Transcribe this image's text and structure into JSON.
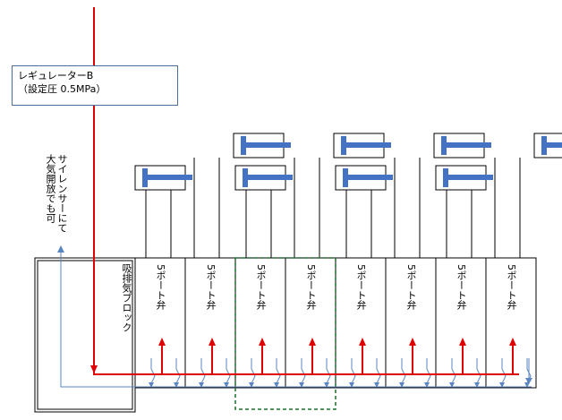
{
  "regulator": {
    "line1": "レギュレーターB",
    "line2": "（設定圧  0.5MPa）"
  },
  "silencer_note": {
    "line1": "サイレンサーにて",
    "line2": "大気開放でも可"
  },
  "exhaust_block_label": "吸排気ブロック",
  "valve_label": "5ポート弁",
  "valve_count": 8,
  "colors": {
    "supply": "#e00000",
    "exhaust": "#5b86c2",
    "cylinder": "#4472c4",
    "box_border": "#4a6f9a",
    "group_highlight": "#1f6e2c"
  }
}
